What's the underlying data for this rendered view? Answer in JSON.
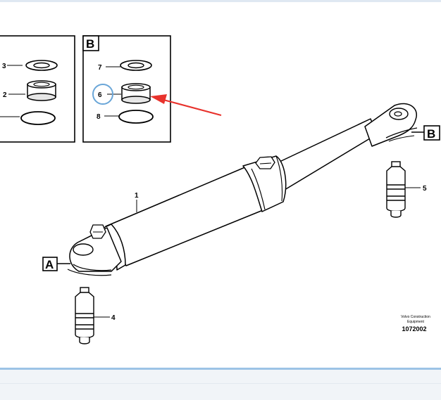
{
  "detail_box_left": {
    "items": [
      "3",
      "2"
    ]
  },
  "detail_box_b": {
    "title": "B",
    "items": [
      "7",
      "6",
      "8"
    ]
  },
  "callouts": {
    "cylinder": "1",
    "bearing_a": "4",
    "bearing_b": "5"
  },
  "view_labels": {
    "a": "A",
    "b": "B"
  },
  "credit": {
    "line1": "Volvo Construction",
    "line2": "Equipment"
  },
  "document_number": "1072002",
  "annotation": {
    "circle_color": "#6aa6d8",
    "arrow_color": "#e8322c"
  },
  "colors": {
    "top_border": "#dfe8f2",
    "footer_line": "#9cc3e6",
    "footer_band": "#f1f4f8"
  }
}
